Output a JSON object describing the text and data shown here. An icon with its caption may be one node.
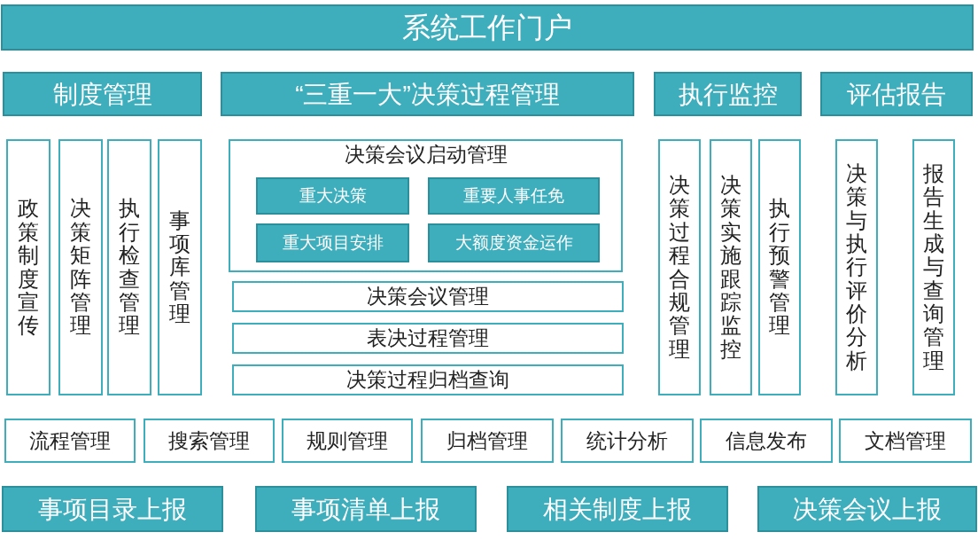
{
  "diagram": {
    "nodes": [
      {
        "text": [
          "系统工作门户"
        ]
      },
      {
        "text": [
          "制度管理"
        ]
      },
      {
        "text": [
          "“三重一大”决策过程管理"
        ]
      },
      {
        "text": [
          "执行监控"
        ]
      },
      {
        "text": [
          "评估报告"
        ]
      },
      {
        "text": [
          "政策制度宣传"
        ]
      },
      {
        "text": [
          "决策矩阵管理"
        ]
      },
      {
        "text": [
          "执行检查管理"
        ]
      },
      {
        "text": [
          "事项库管理"
        ]
      },
      {
        "text": [
          "决策会议启动管理"
        ]
      },
      {
        "text": [
          "重大决策"
        ],
        "in": 9
      },
      {
        "text": [
          "重要人事任免"
        ],
        "in": 9
      },
      {
        "text": [
          "重大项目安排"
        ],
        "in": 9
      },
      {
        "text": [
          "大额度资金运作"
        ],
        "in": 9
      },
      {
        "text": [
          "决策会议管理"
        ]
      },
      {
        "text": [
          "表决过程管理"
        ]
      },
      {
        "text": [
          "决策过程归档查询"
        ]
      },
      {
        "text": [
          "决策过程合规管理"
        ]
      },
      {
        "text": [
          "决策实施跟踪监控"
        ]
      },
      {
        "text": [
          "执行预警管理"
        ]
      },
      {
        "text": [
          "决策与执行评价分析"
        ]
      },
      {
        "text": [
          "报告生成与查询管理"
        ]
      },
      {
        "text": [
          "流程管理"
        ]
      },
      {
        "text": [
          "搜索管理"
        ]
      },
      {
        "text": [
          "规则管理"
        ]
      },
      {
        "text": [
          "归档管理"
        ]
      },
      {
        "text": [
          "统计分析"
        ]
      },
      {
        "text": [
          "信息发布"
        ]
      },
      {
        "text": [
          "文档管理"
        ]
      },
      {
        "text": [
          "事项目录上报"
        ]
      },
      {
        "text": [
          "事项清单上报"
        ]
      },
      {
        "text": [
          "相关制度上报"
        ]
      },
      {
        "text": [
          "决策会议上报"
        ]
      }
    ]
  }
}
